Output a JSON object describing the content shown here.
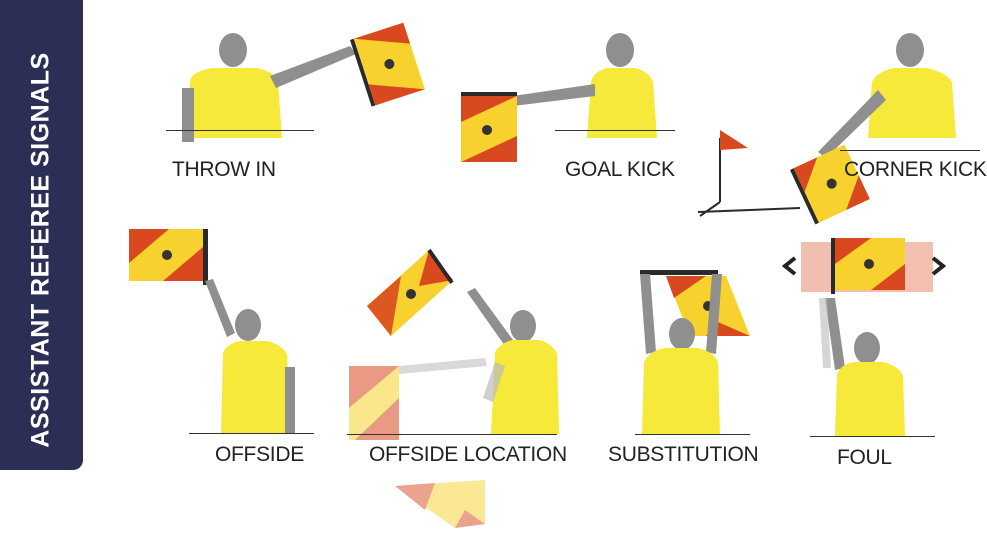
{
  "sidebar": {
    "title": "ASSISTANT REFEREE SIGNALS"
  },
  "signals": [
    {
      "label": "THROW IN"
    },
    {
      "label": "GOAL KICK"
    },
    {
      "label": "CORNER KICK"
    },
    {
      "label": "OFFSIDE"
    },
    {
      "label": "OFFSIDE LOCATION"
    },
    {
      "label": "SUBSTITUTION"
    },
    {
      "label": "FOUL"
    }
  ],
  "colors": {
    "sidebar": "#2b2e55",
    "shirt": "#f6e93a",
    "skin": "#8f8f8f",
    "flag_red": "#d9491f",
    "flag_yellow": "#f7d22e",
    "flag_pole": "#2a2a2a"
  }
}
